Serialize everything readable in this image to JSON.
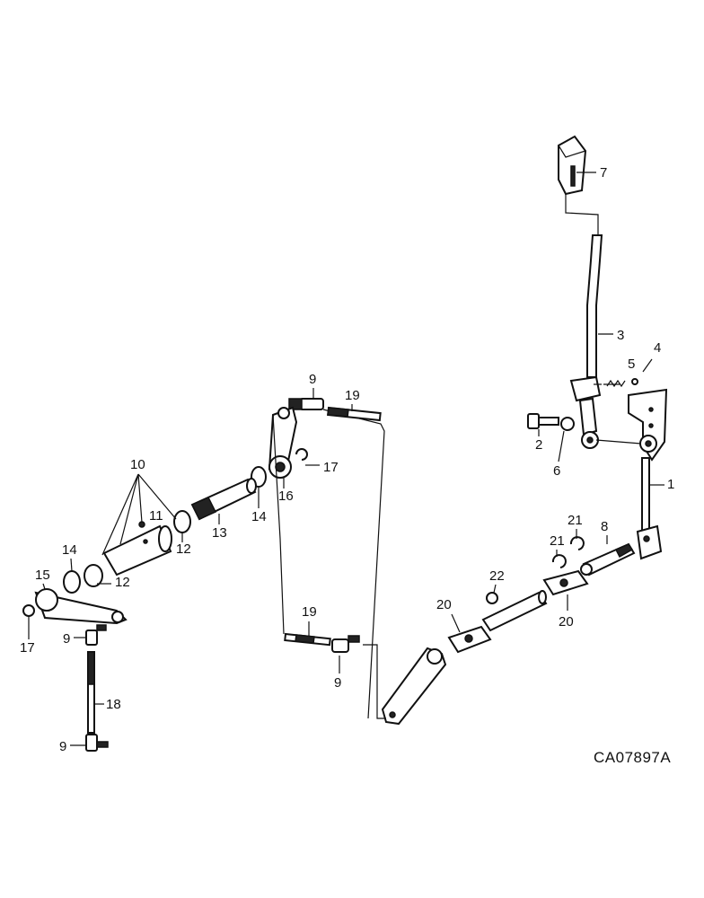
{
  "drawing_code": "CA07897A",
  "callouts": {
    "c1": "1",
    "c2": "2",
    "c3": "3",
    "c4": "4",
    "c5": "5",
    "c6": "6",
    "c7": "7",
    "c8": "8",
    "c9a": "9",
    "c9b": "9",
    "c9c": "9",
    "c9d": "9",
    "c10": "10",
    "c11": "11",
    "c12a": "12",
    "c12b": "12",
    "c13": "13",
    "c14a": "14",
    "c14b": "14",
    "c15": "15",
    "c16": "16",
    "c17a": "17",
    "c17b": "17",
    "c18": "18",
    "c19a": "19",
    "c19b": "19",
    "c20a": "20",
    "c20b": "20",
    "c21a": "21",
    "c21b": "21",
    "c22": "22"
  }
}
